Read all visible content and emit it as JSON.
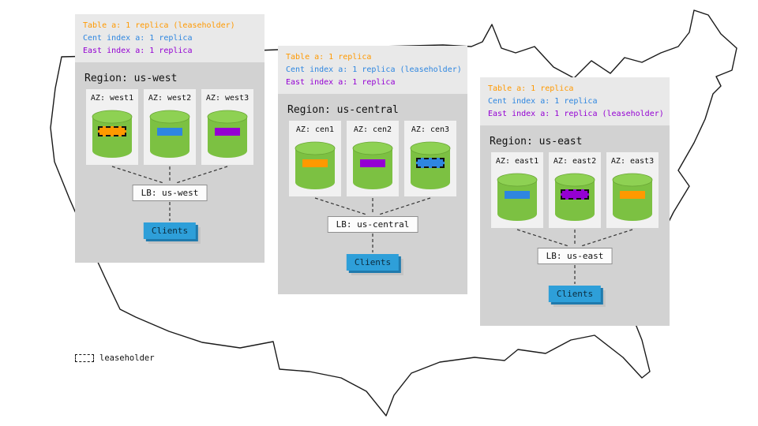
{
  "legend": {
    "label": "leaseholder"
  },
  "colors": {
    "table_replica": "#ff9900",
    "cent_index_replica": "#2e86e0",
    "east_index_replica": "#9400d3",
    "cylinder": "#7cc142",
    "cylinder_top": "#8ed153",
    "clients": "#2e9fd9"
  },
  "regions": [
    {
      "label": "Region: us-west",
      "annotations": [
        {
          "text": "Table a: 1 replica (leaseholder)",
          "color": "#ff9900"
        },
        {
          "text": "Cent index a: 1 replica",
          "color": "#2e86e0"
        },
        {
          "text": "East index a: 1 replica",
          "color": "#9400d3"
        }
      ],
      "azs": [
        {
          "label": "AZ: west1",
          "replica_color": "#ff9900",
          "leaseholder": true
        },
        {
          "label": "AZ: west2",
          "replica_color": "#2e86e0",
          "leaseholder": false
        },
        {
          "label": "AZ: west3",
          "replica_color": "#9400d3",
          "leaseholder": false
        }
      ],
      "lb_label": "LB: us-west",
      "clients_label": "Clients"
    },
    {
      "label": "Region: us-central",
      "annotations": [
        {
          "text": "Table a: 1 replica",
          "color": "#ff9900"
        },
        {
          "text": "Cent index a: 1 replica (leaseholder)",
          "color": "#2e86e0"
        },
        {
          "text": "East index a: 1 replica",
          "color": "#9400d3"
        }
      ],
      "azs": [
        {
          "label": "AZ: cen1",
          "replica_color": "#ff9900",
          "leaseholder": false
        },
        {
          "label": "AZ: cen2",
          "replica_color": "#9400d3",
          "leaseholder": false
        },
        {
          "label": "AZ: cen3",
          "replica_color": "#2e86e0",
          "leaseholder": true
        }
      ],
      "lb_label": "LB: us-central",
      "clients_label": "Clients"
    },
    {
      "label": "Region: us-east",
      "annotations": [
        {
          "text": "Table a: 1 replica",
          "color": "#ff9900"
        },
        {
          "text": "Cent index a: 1 replica",
          "color": "#2e86e0"
        },
        {
          "text": "East index a: 1 replica (leaseholder)",
          "color": "#9400d3"
        }
      ],
      "azs": [
        {
          "label": "AZ: east1",
          "replica_color": "#2e86e0",
          "leaseholder": false
        },
        {
          "label": "AZ: east2",
          "replica_color": "#9400d3",
          "leaseholder": true
        },
        {
          "label": "AZ: east3",
          "replica_color": "#ff9900",
          "leaseholder": false
        }
      ],
      "lb_label": "LB: us-east",
      "clients_label": "Clients"
    }
  ]
}
